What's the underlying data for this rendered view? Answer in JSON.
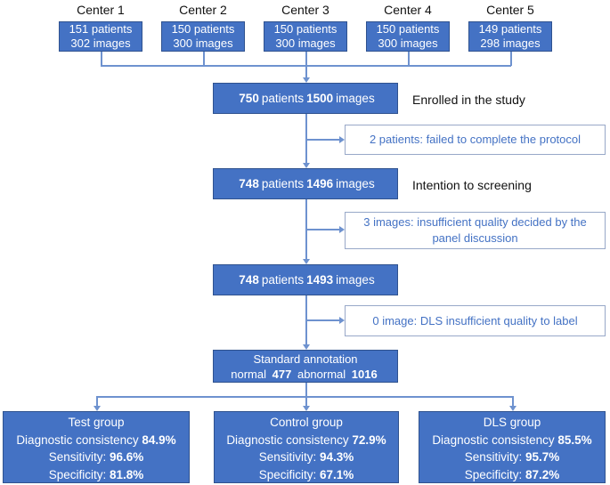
{
  "colors": {
    "box_fill": "#4472C4",
    "box_border": "#2F528F",
    "connector": "#6E92CF",
    "side_border": "#98A8C8",
    "side_text": "#4472C4",
    "label_text": "#111111"
  },
  "centers": [
    {
      "label": "Center 1",
      "patients": "151 patients",
      "images": "302 images"
    },
    {
      "label": "Center 2",
      "patients": "150 patients",
      "images": "300 images"
    },
    {
      "label": "Center 3",
      "patients": "150 patients",
      "images": "300 images"
    },
    {
      "label": "Center 4",
      "patients": "150 patients",
      "images": "300 images"
    },
    {
      "label": "Center 5",
      "patients": "149 patients",
      "images": "298 images"
    }
  ],
  "stages": [
    {
      "patients": "750",
      "patients_word": "patients",
      "images": "1500",
      "images_word": "images",
      "note": "Enrolled in the study"
    },
    {
      "patients": "748",
      "patients_word": "patients",
      "images": "1496",
      "images_word": "images",
      "note": "Intention to screening"
    },
    {
      "patients": "748",
      "patients_word": "patients",
      "images": "1493",
      "images_word": "images"
    }
  ],
  "exclusions": [
    {
      "text": "2 patients: failed to complete the protocol"
    },
    {
      "text": "3 images: insufficient quality decided by the panel discussion"
    },
    {
      "text": "0 image: DLS insufficient quality to label"
    }
  ],
  "annotation": {
    "title": "Standard annotation",
    "normal_word": "normal",
    "normal_count": "477",
    "abnormal_word": "abnormal",
    "abnormal_count": "1016"
  },
  "groups": [
    {
      "name": "Test group",
      "consistency_label": "Diagnostic consistency",
      "consistency": "84.9%",
      "sensitivity_label": "Sensitivity:",
      "sensitivity": "96.6%",
      "specificity_label": "Specificity:",
      "specificity": "81.8%"
    },
    {
      "name": "Control group",
      "consistency_label": "Diagnostic consistency",
      "consistency": "72.9%",
      "sensitivity_label": "Sensitivity:",
      "sensitivity": "94.3%",
      "specificity_label": "Specificity:",
      "specificity": "67.1%"
    },
    {
      "name": "DLS group",
      "consistency_label": "Diagnostic consistency",
      "consistency": "85.5%",
      "sensitivity_label": "Sensitivity:",
      "sensitivity": "95.7%",
      "specificity_label": "Specificity:",
      "specificity": "87.2%"
    }
  ]
}
